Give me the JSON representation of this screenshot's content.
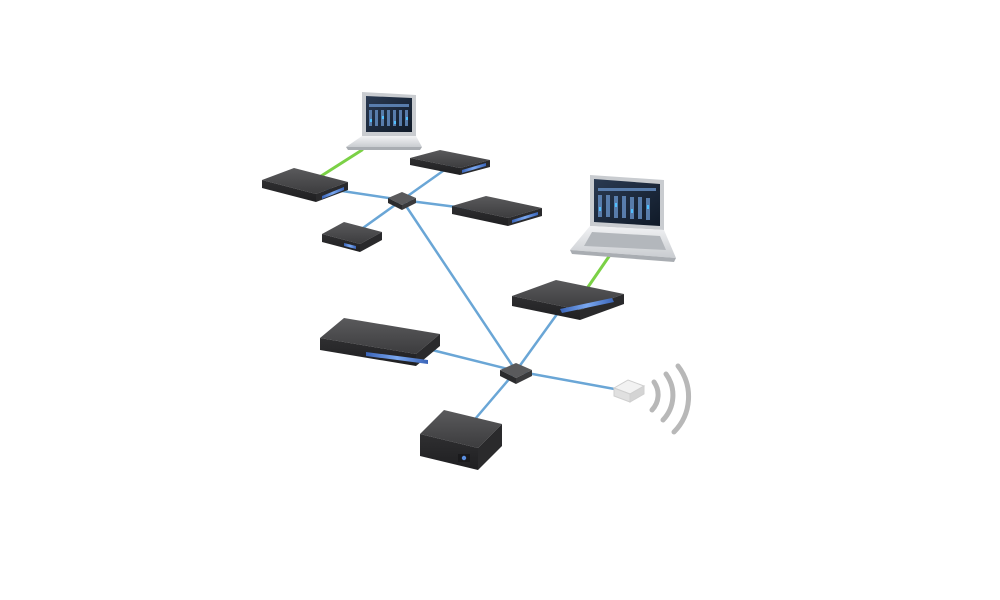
{
  "diagram": {
    "nodes": [
      {
        "id": "laptop-top",
        "kind": "laptop"
      },
      {
        "id": "laptop-right",
        "kind": "laptop"
      },
      {
        "id": "switch-upper",
        "kind": "switch"
      },
      {
        "id": "switch-lower",
        "kind": "switch"
      },
      {
        "id": "rack-unit-1",
        "kind": "rack-device"
      },
      {
        "id": "rack-unit-2",
        "kind": "rack-device"
      },
      {
        "id": "rack-unit-3",
        "kind": "rack-device"
      },
      {
        "id": "small-box-1",
        "kind": "compact-device"
      },
      {
        "id": "rack-unit-4",
        "kind": "rack-device"
      },
      {
        "id": "rack-unit-5",
        "kind": "rack-device"
      },
      {
        "id": "box-device",
        "kind": "box-device"
      },
      {
        "id": "wireless-access-point",
        "kind": "access-point"
      }
    ],
    "links": [
      {
        "from": "laptop-top",
        "to": "rack-unit-1",
        "type": "green"
      },
      {
        "from": "laptop-right",
        "to": "rack-unit-5",
        "type": "green"
      },
      {
        "from": "switch-upper",
        "to": "rack-unit-1",
        "type": "blue"
      },
      {
        "from": "switch-upper",
        "to": "rack-unit-2",
        "type": "blue"
      },
      {
        "from": "switch-upper",
        "to": "rack-unit-3",
        "type": "blue"
      },
      {
        "from": "switch-upper",
        "to": "small-box-1",
        "type": "blue"
      },
      {
        "from": "switch-upper",
        "to": "switch-lower",
        "type": "blue"
      },
      {
        "from": "switch-lower",
        "to": "rack-unit-4",
        "type": "blue"
      },
      {
        "from": "switch-lower",
        "to": "rack-unit-5",
        "type": "blue"
      },
      {
        "from": "switch-lower",
        "to": "box-device",
        "type": "blue"
      },
      {
        "from": "switch-lower",
        "to": "wireless-access-point",
        "type": "blue"
      }
    ],
    "colors": {
      "background": "#ffffff",
      "link_blue": "#6aa6d6",
      "link_green": "#7bd146",
      "device_top": "#4a4a4c",
      "device_side": "#2f2f31",
      "device_light": "#5b8fe0",
      "screen": "#1d2a3a",
      "laptop_body": "#e4e6e8",
      "wave": "#b8b8b8"
    }
  }
}
